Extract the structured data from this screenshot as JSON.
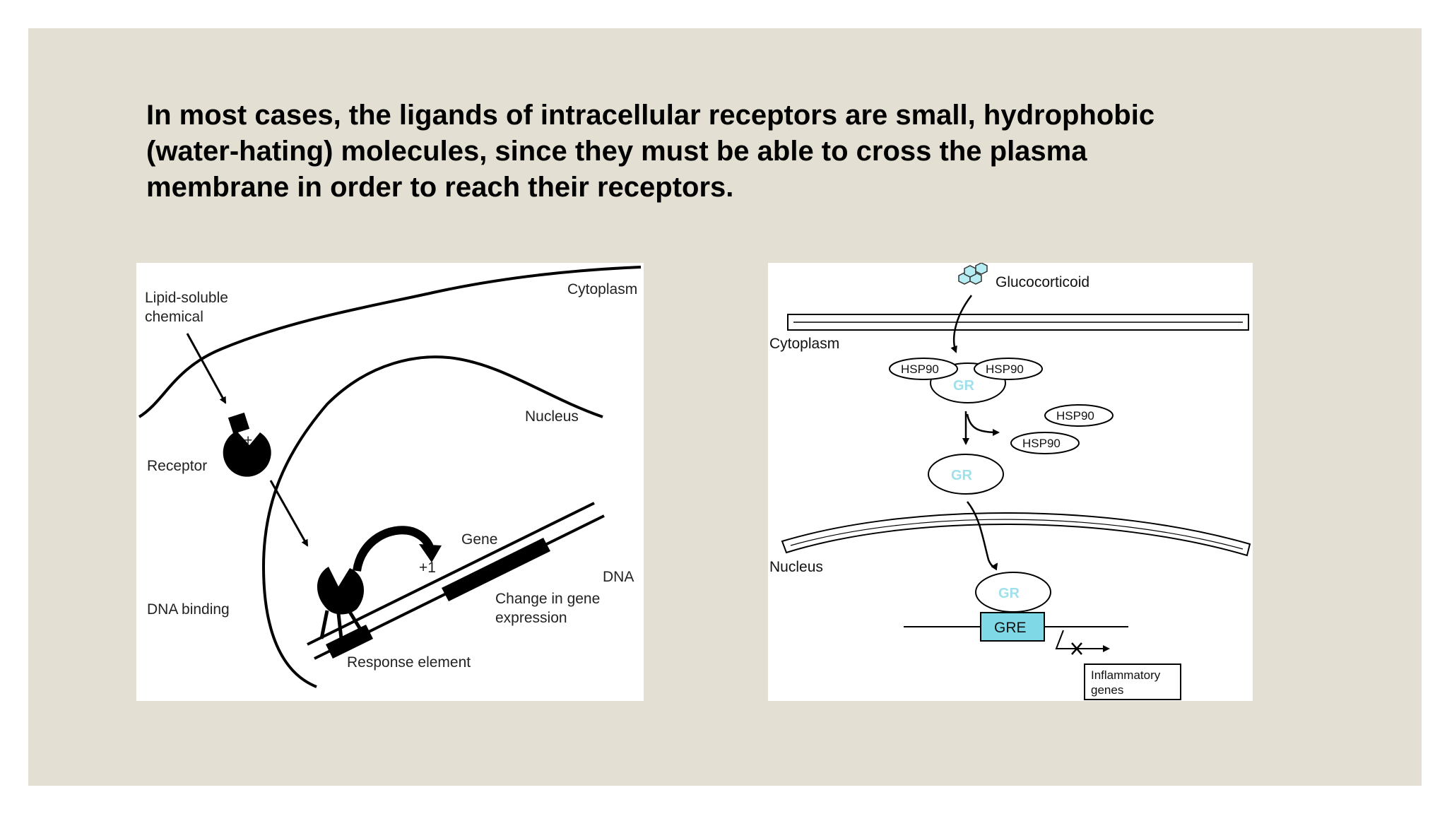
{
  "heading": {
    "line1": "In most cases, the ligands of intracellular receptors are small, hydrophobic",
    "line2": "(water-hating) molecules, since they must be able to cross the plasma",
    "line3": "membrane in order to reach their receptors."
  },
  "left_diagram": {
    "lipid_line1": "Lipid-soluble",
    "lipid_line2": "chemical",
    "cytoplasm": "Cytoplasm",
    "nucleus": "Nucleus",
    "receptor": "Receptor",
    "plus": "+",
    "gene": "Gene",
    "plus_one": "+1",
    "dna": "DNA",
    "change_line1": "Change in gene",
    "change_line2": "expression",
    "dna_binding": "DNA binding",
    "response_element": "Response element"
  },
  "right_diagram": {
    "glucocorticoid": "Glucocorticoid",
    "cytoplasm": "Cytoplasm",
    "hsp90": "HSP90",
    "gr": "GR",
    "nucleus": "Nucleus",
    "gre": "GRE",
    "inflammatory_line1": "Inflammatory",
    "inflammatory_line2": "genes"
  },
  "colors": {
    "background": "#e3dfd2",
    "accent_cyan": "#7fd8e6"
  }
}
